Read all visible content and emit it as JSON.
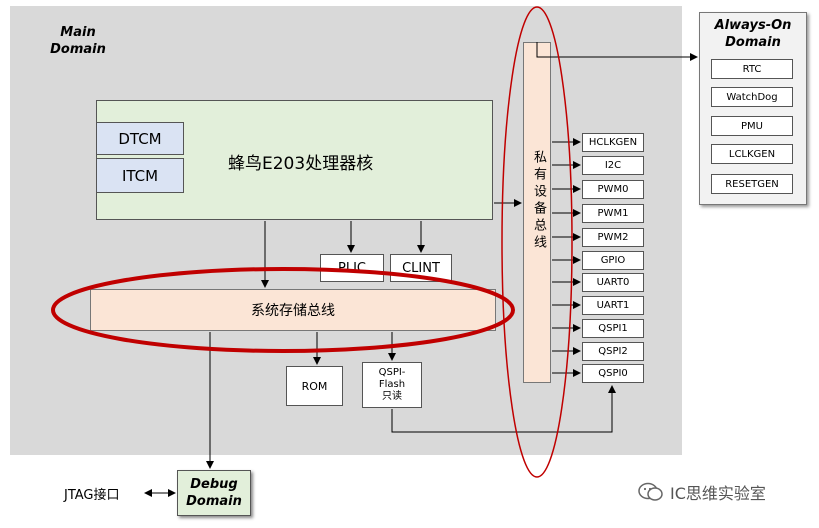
{
  "main_domain": {
    "title_line1": "Main",
    "title_line2": "Domain"
  },
  "core": {
    "label": "蜂鸟E203处理器核",
    "dtcm": "DTCM",
    "itcm": "ITCM"
  },
  "plic": "PLIC",
  "clint": "CLINT",
  "system_bus": "系统存储总线",
  "private_bus": "私有设备总线",
  "rom": "ROM",
  "qspi_flash": {
    "line1": "QSPI-",
    "line2": "Flash",
    "line3": "只读"
  },
  "peripherals": [
    "HCLKGEN",
    "I2C",
    "PWM0",
    "PWM1",
    "PWM2",
    "GPIO",
    "UART0",
    "UART1",
    "QSPI1",
    "QSPI2",
    "QSPI0"
  ],
  "always_on": {
    "title_line1": "Always-On",
    "title_line2": "Domain",
    "items": [
      "RTC",
      "WatchDog",
      "PMU",
      "LCLKGEN",
      "RESETGEN"
    ]
  },
  "debug": {
    "title_line1": "Debug",
    "title_line2": "Domain"
  },
  "jtag": "JTAG接口",
  "watermark": "IC思维实验室",
  "colors": {
    "main_bg": "#d9d9d9",
    "core_fill": "#e2efda",
    "tcm_fill": "#dae3f3",
    "bus_fill": "#fbe5d6",
    "highlight_ellipse": "#c00000"
  }
}
